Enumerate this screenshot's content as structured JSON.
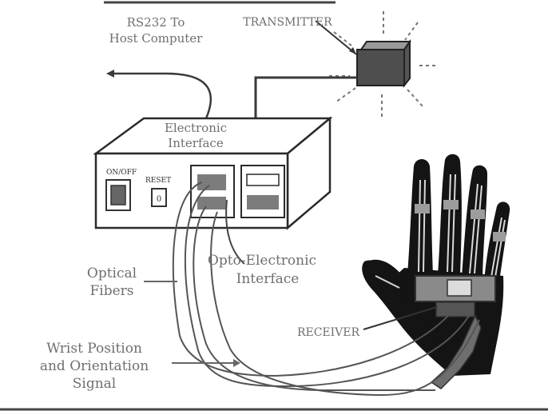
{
  "labels": {
    "rs232_line1": "RS232 To",
    "rs232_line2": "Host Computer",
    "transmitter": "TRANSMITTER",
    "interface_line1": "Electronic",
    "interface_line2": "Interface",
    "onoff": "ON/OFF",
    "reset": "RESET",
    "reset_key": "0",
    "opto_line1": "Opto-Electronic",
    "opto_line2": "Interface",
    "fibers_line1": "Optical",
    "fibers_line2": "Fibers",
    "receiver": "RECEIVER",
    "wrist_line1": "Wrist Position",
    "wrist_line2": "and Orientation",
    "wrist_line3": "Signal"
  },
  "colors": {
    "ink": "#1f1f1f",
    "label": "#6f6f6f",
    "glove": "#141414",
    "panel": "#7c7c7c"
  }
}
